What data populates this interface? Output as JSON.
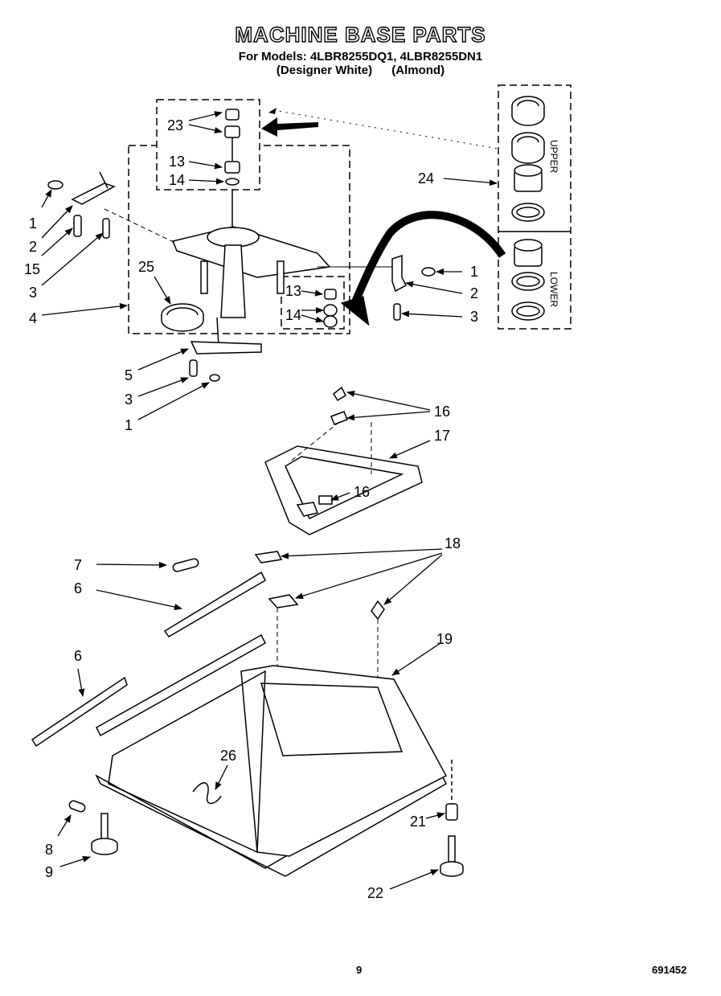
{
  "title": "MACHINE BASE PARTS",
  "models_line": "For Models: 4LBR8255DQ1, 4LBR8255DN1",
  "variant_1": "(Designer White)",
  "variant_2": "(Almond)",
  "kit_labels": {
    "upper": "UPPER",
    "lower": "LOWER"
  },
  "callouts": {
    "c23": "23",
    "c13a": "13",
    "c14a": "14",
    "c1a": "1",
    "c2a": "2",
    "c15": "15",
    "c3a": "3",
    "c4": "4",
    "c25": "25",
    "c24": "24",
    "c1b": "1",
    "c2b": "2",
    "c3b": "3",
    "c13b": "13",
    "c14b": "14",
    "c5": "5",
    "c3c": "3",
    "c1c": "1",
    "c16a": "16",
    "c17": "17",
    "c16b": "16",
    "c7": "7",
    "c6a": "6",
    "c18": "18",
    "c6b": "6",
    "c19": "19",
    "c26": "26",
    "c21": "21",
    "c8": "8",
    "c9": "9",
    "c22": "22"
  },
  "page_number": "9",
  "doc_number": "691452"
}
